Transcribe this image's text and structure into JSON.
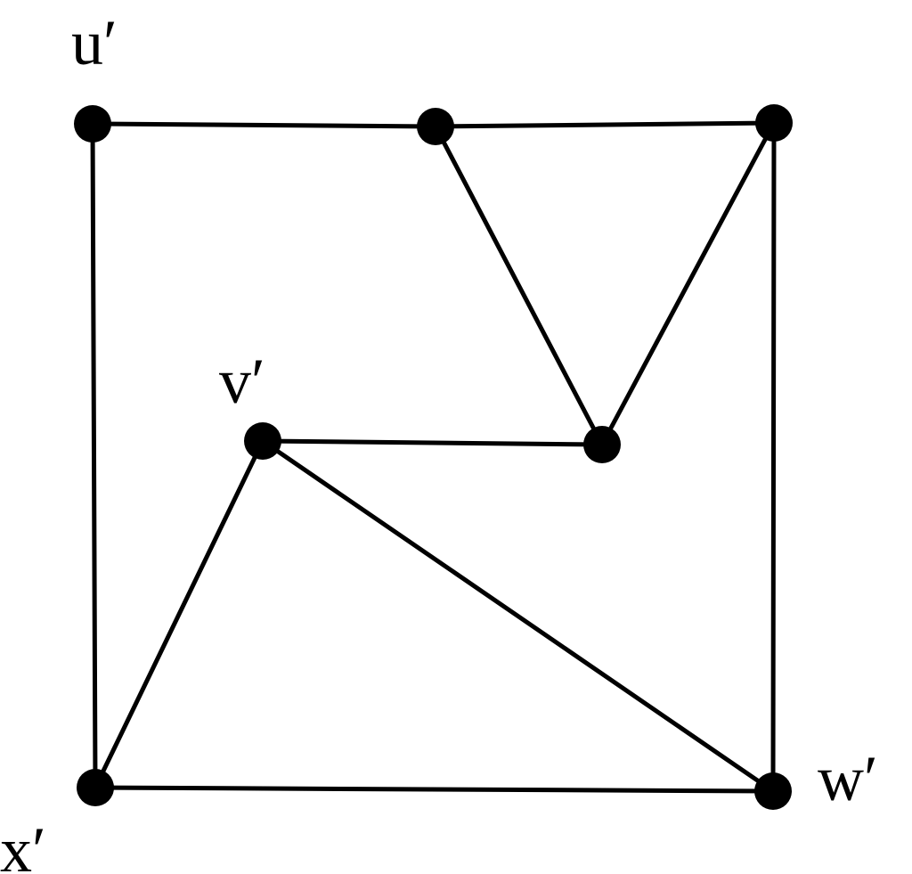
{
  "diagram": {
    "type": "graph",
    "colors": {
      "edge": "#000000",
      "vertex": "#000000",
      "background": "#ffffff"
    },
    "vertices": [
      {
        "id": "u",
        "label": "u′"
      },
      {
        "id": "top-mid",
        "label": ""
      },
      {
        "id": "top-right",
        "label": ""
      },
      {
        "id": "v",
        "label": "v′"
      },
      {
        "id": "mid-right",
        "label": ""
      },
      {
        "id": "x",
        "label": "x′"
      },
      {
        "id": "w",
        "label": "w′"
      }
    ],
    "edges": [
      [
        "u",
        "top-mid"
      ],
      [
        "top-mid",
        "top-right"
      ],
      [
        "u",
        "x"
      ],
      [
        "top-right",
        "w"
      ],
      [
        "x",
        "w"
      ],
      [
        "top-mid",
        "mid-right"
      ],
      [
        "top-right",
        "mid-right"
      ],
      [
        "v",
        "mid-right"
      ],
      [
        "v",
        "x"
      ],
      [
        "v",
        "w"
      ]
    ]
  }
}
